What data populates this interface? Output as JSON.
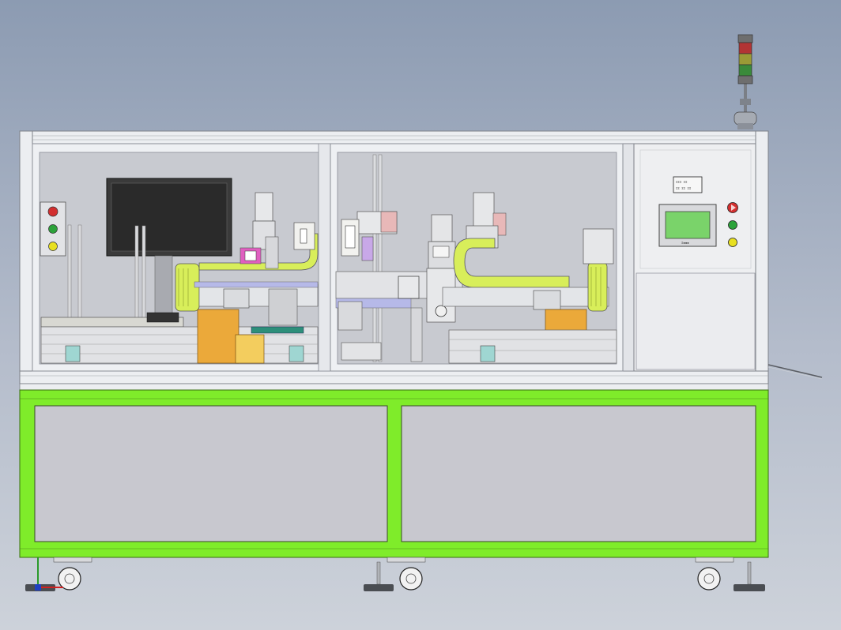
{
  "colors": {
    "background_top": "#8c9bb2",
    "background_bottom": "#cdd2da",
    "frame": "#e9eaee",
    "frame_edge": "#8f939b",
    "base_green": "#7fec2a",
    "panel_gray": "#c8c8cf",
    "glass_gray": "#c7c9cf",
    "monitor_dark": "#2d2d2d",
    "hmi_screen": "#7ad36a",
    "drag_chain_yellow": "#d8ee5a",
    "orange_block": "#eba93a",
    "yellow_block": "#f3cd5e",
    "cyan_bracket": "#9fd6d2",
    "magenta_part": "#e05fc0",
    "light_red": "#d22f2f",
    "light_green": "#2ca23a",
    "light_yellow": "#e8e020"
  },
  "icons": {
    "tower_light": "stack-light-icon",
    "left_button_panel": "button-panel-icon",
    "monitor": "monitor-icon",
    "hmi": "touchscreen-hmi-icon",
    "casters": "caster-wheel-icon",
    "feet": "leveling-foot-icon",
    "axis_triad": "axis-triad-icon"
  },
  "control_panel": {
    "nameplate_line1": "ΞΞΞ  ΞΞ",
    "nameplate_line2": "ΞΞ ΞΞ ΞΞ",
    "hmi_brand": "Ξ▪▪▪"
  },
  "buttons": [
    {
      "color": "#d22f2f"
    },
    {
      "color": "#2ca23a"
    },
    {
      "color": "#e8e020"
    }
  ]
}
